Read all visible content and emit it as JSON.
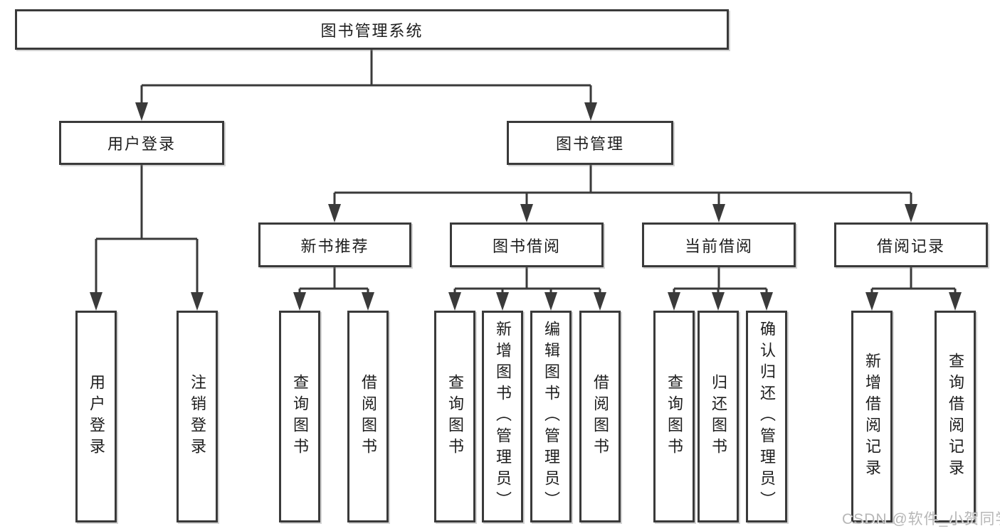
{
  "diagram": {
    "title": "图书管理系统",
    "level2": [
      {
        "label": "用户登录"
      },
      {
        "label": "图书管理"
      }
    ],
    "level3": [
      {
        "label": "新书推荐",
        "parent": "图书管理"
      },
      {
        "label": "图书借阅",
        "parent": "图书管理"
      },
      {
        "label": "当前借阅",
        "parent": "图书管理"
      },
      {
        "label": "借阅记录",
        "parent": "图书管理"
      }
    ],
    "leaves": [
      {
        "label": "用户登录",
        "parent": "用户登录"
      },
      {
        "label": "注销登录",
        "parent": "用户登录"
      },
      {
        "label": "查询图书",
        "parent": "新书推荐"
      },
      {
        "label": "借阅图书",
        "parent": "新书推荐"
      },
      {
        "label": "查询图书",
        "parent": "图书借阅"
      },
      {
        "label": "新增图书（管理员）",
        "parent": "图书借阅"
      },
      {
        "label": "编辑图书（管理员）",
        "parent": "图书借阅"
      },
      {
        "label": "借阅图书",
        "parent": "图书借阅"
      },
      {
        "label": "查询图书",
        "parent": "当前借阅"
      },
      {
        "label": "归还图书",
        "parent": "当前借阅"
      },
      {
        "label": "确认归还（管理员）",
        "parent": "当前借阅"
      },
      {
        "label": "新增借阅记录",
        "parent": "借阅记录"
      },
      {
        "label": "查询借阅记录",
        "parent": "借阅记录"
      }
    ],
    "watermark": "CSDN @软件_小贺同学",
    "colors": {
      "line": "#3a3a3a",
      "text": "#1e1e1e",
      "background": "#ffffff",
      "watermark": "#a5a5a5"
    }
  }
}
